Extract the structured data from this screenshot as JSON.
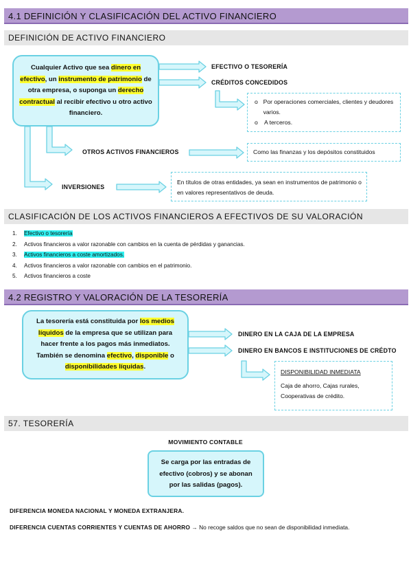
{
  "s41": {
    "title": "4.1 DEFINICIÓN Y CLASIFICACIÓN DEL ACTIVO FINANCIERO"
  },
  "def": {
    "title": "DEFINICIÓN DE ACTIVO FINANCIERO",
    "bubble": {
      "t1": "Cualquier Activo que sea ",
      "h1": "dinero en efectivo",
      "t2": ", un ",
      "h2": "instrumento de patrimonio",
      "t3": " de otra empresa, o suponga un ",
      "h3": "derecho contractual",
      "t4": " al recibir efectivo u otro activo financiero."
    },
    "efectivo": "EFECTIVO O TESORERÍA",
    "creditos": "CRÉDITOS CONCEDIDOS",
    "creditos_items": [
      "Por operaciones comerciales, clientes y deudores varios.",
      "A terceros."
    ],
    "otros": "OTROS ACTIVOS FINANCIEROS",
    "otros_desc": "Como las finanzas y los depósitos constituidos",
    "inversiones": "INVERSIONES",
    "inversiones_desc": "En títulos de otras entidades, ya sean en instrumentos de patrimonio o en valores representativos de deuda."
  },
  "clas": {
    "title": "CLASIFICACIÓN DE LOS ACTIVOS FINANCIEROS A EFECTIVOS DE SU VALORACIÓN",
    "items": [
      {
        "num": "1.",
        "text": "Efectivo o tesorería",
        "hl": true
      },
      {
        "num": "2.",
        "text": "Activos financieros a valor razonable con cambios en la cuenta de pérdidas y ganancias.",
        "hl": false
      },
      {
        "num": "3.",
        "text": "Activos financieros a coste amortizados.",
        "hl": true
      },
      {
        "num": "4.",
        "text": "Activos financieros a valor razonable con cambios en el patrimonio.",
        "hl": false
      },
      {
        "num": "5.",
        "text": "Activos financieros a coste",
        "hl": false
      }
    ]
  },
  "s42": {
    "title": "4.2 REGISTRO Y VALORACIÓN DE LA TESORERÍA",
    "bubble": {
      "t1": "La tesorería está constituida por ",
      "h1": "los medios líquidos",
      "t2": " de la empresa que se utilizan para hacer frente a los pagos más inmediatos. También se denomina ",
      "h2": "efectivo",
      "t3": ", ",
      "h3": "disponible",
      "t4": " o ",
      "h4": "disponibilidades líquidas",
      "t5": "."
    },
    "dinero_caja": "DINERO EN LA CAJA DE LA EMPRESA",
    "dinero_bancos": "DINERO EN BANCOS E INSTITUCIONES DE CRÉDTO",
    "disp_title": "DISPONIBILIDAD INMEDIATA",
    "disp_desc": "Caja de ahorro, Cajas rurales, Cooperativas de crédito."
  },
  "s57": {
    "title": "57. TESORERÍA",
    "mov_title": "MOVIMIENTO CONTABLE",
    "mov_text": "Se carga por las entradas de efectivo (cobros) y se abonan por las salidas (pagos).",
    "dif1": "DIFERENCIA MONEDA NACIONAL Y MONEDA EXTRANJERA.",
    "dif2": "DIFERENCIA CUENTAS CORRIENTES Y CUENTAS DE AHORRO",
    "dif2_arrow": "→",
    "dif2_rest": " No recoge saldos que no sean de disponibilidad inmediata."
  },
  "colors": {
    "purple": "#b49ad0",
    "grey": "#e6e6e6",
    "bubble": "#d6f6fb",
    "cyan_border": "#6ad1e3",
    "highlight": "#ffff2e",
    "list_highlight": "#2ef0f0"
  }
}
